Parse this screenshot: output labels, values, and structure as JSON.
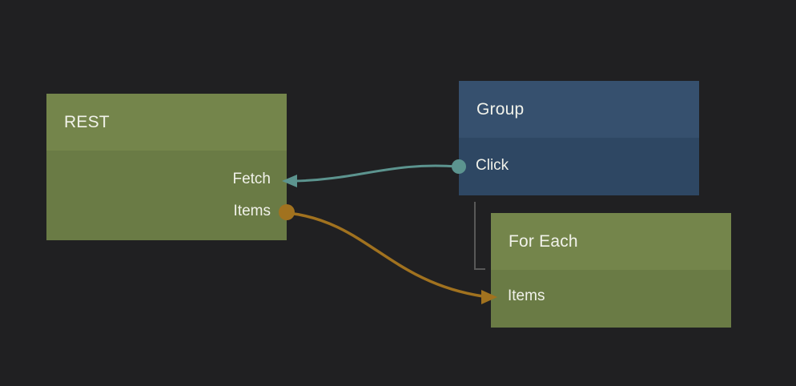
{
  "app": {
    "background_color": "#202022",
    "text_color": "#F1F2EA"
  },
  "nodes": [
    {
      "title": "REST",
      "header_color": "#74854B",
      "body_color": "#6A7B45",
      "ports": [
        {
          "label": "Fetch",
          "side": "right"
        },
        {
          "label": "Items",
          "side": "right"
        }
      ]
    },
    {
      "title": "Group",
      "header_color": "#36506E",
      "body_color": "#2E4763",
      "ports": [
        {
          "label": "Click",
          "side": "left"
        }
      ]
    },
    {
      "title": "For Each",
      "header_color": "#74854B",
      "body_color": "#6A7B45",
      "ports": [
        {
          "label": "Items",
          "side": "left"
        }
      ]
    }
  ],
  "connections": [
    {
      "name": "group-click-to-rest-fetch",
      "from_node": "Group",
      "from_port": "Click",
      "to_node": "REST",
      "to_port": "Fetch",
      "color": "#5C948F"
    },
    {
      "name": "rest-items-to-foreach-items",
      "from_node": "REST",
      "from_port": "Items",
      "to_node": "For Each",
      "to_port": "Items",
      "color": "#A1721F"
    }
  ],
  "tree_connector": {
    "from_node": "Group",
    "to_node": "For Each",
    "color": "#585858"
  }
}
